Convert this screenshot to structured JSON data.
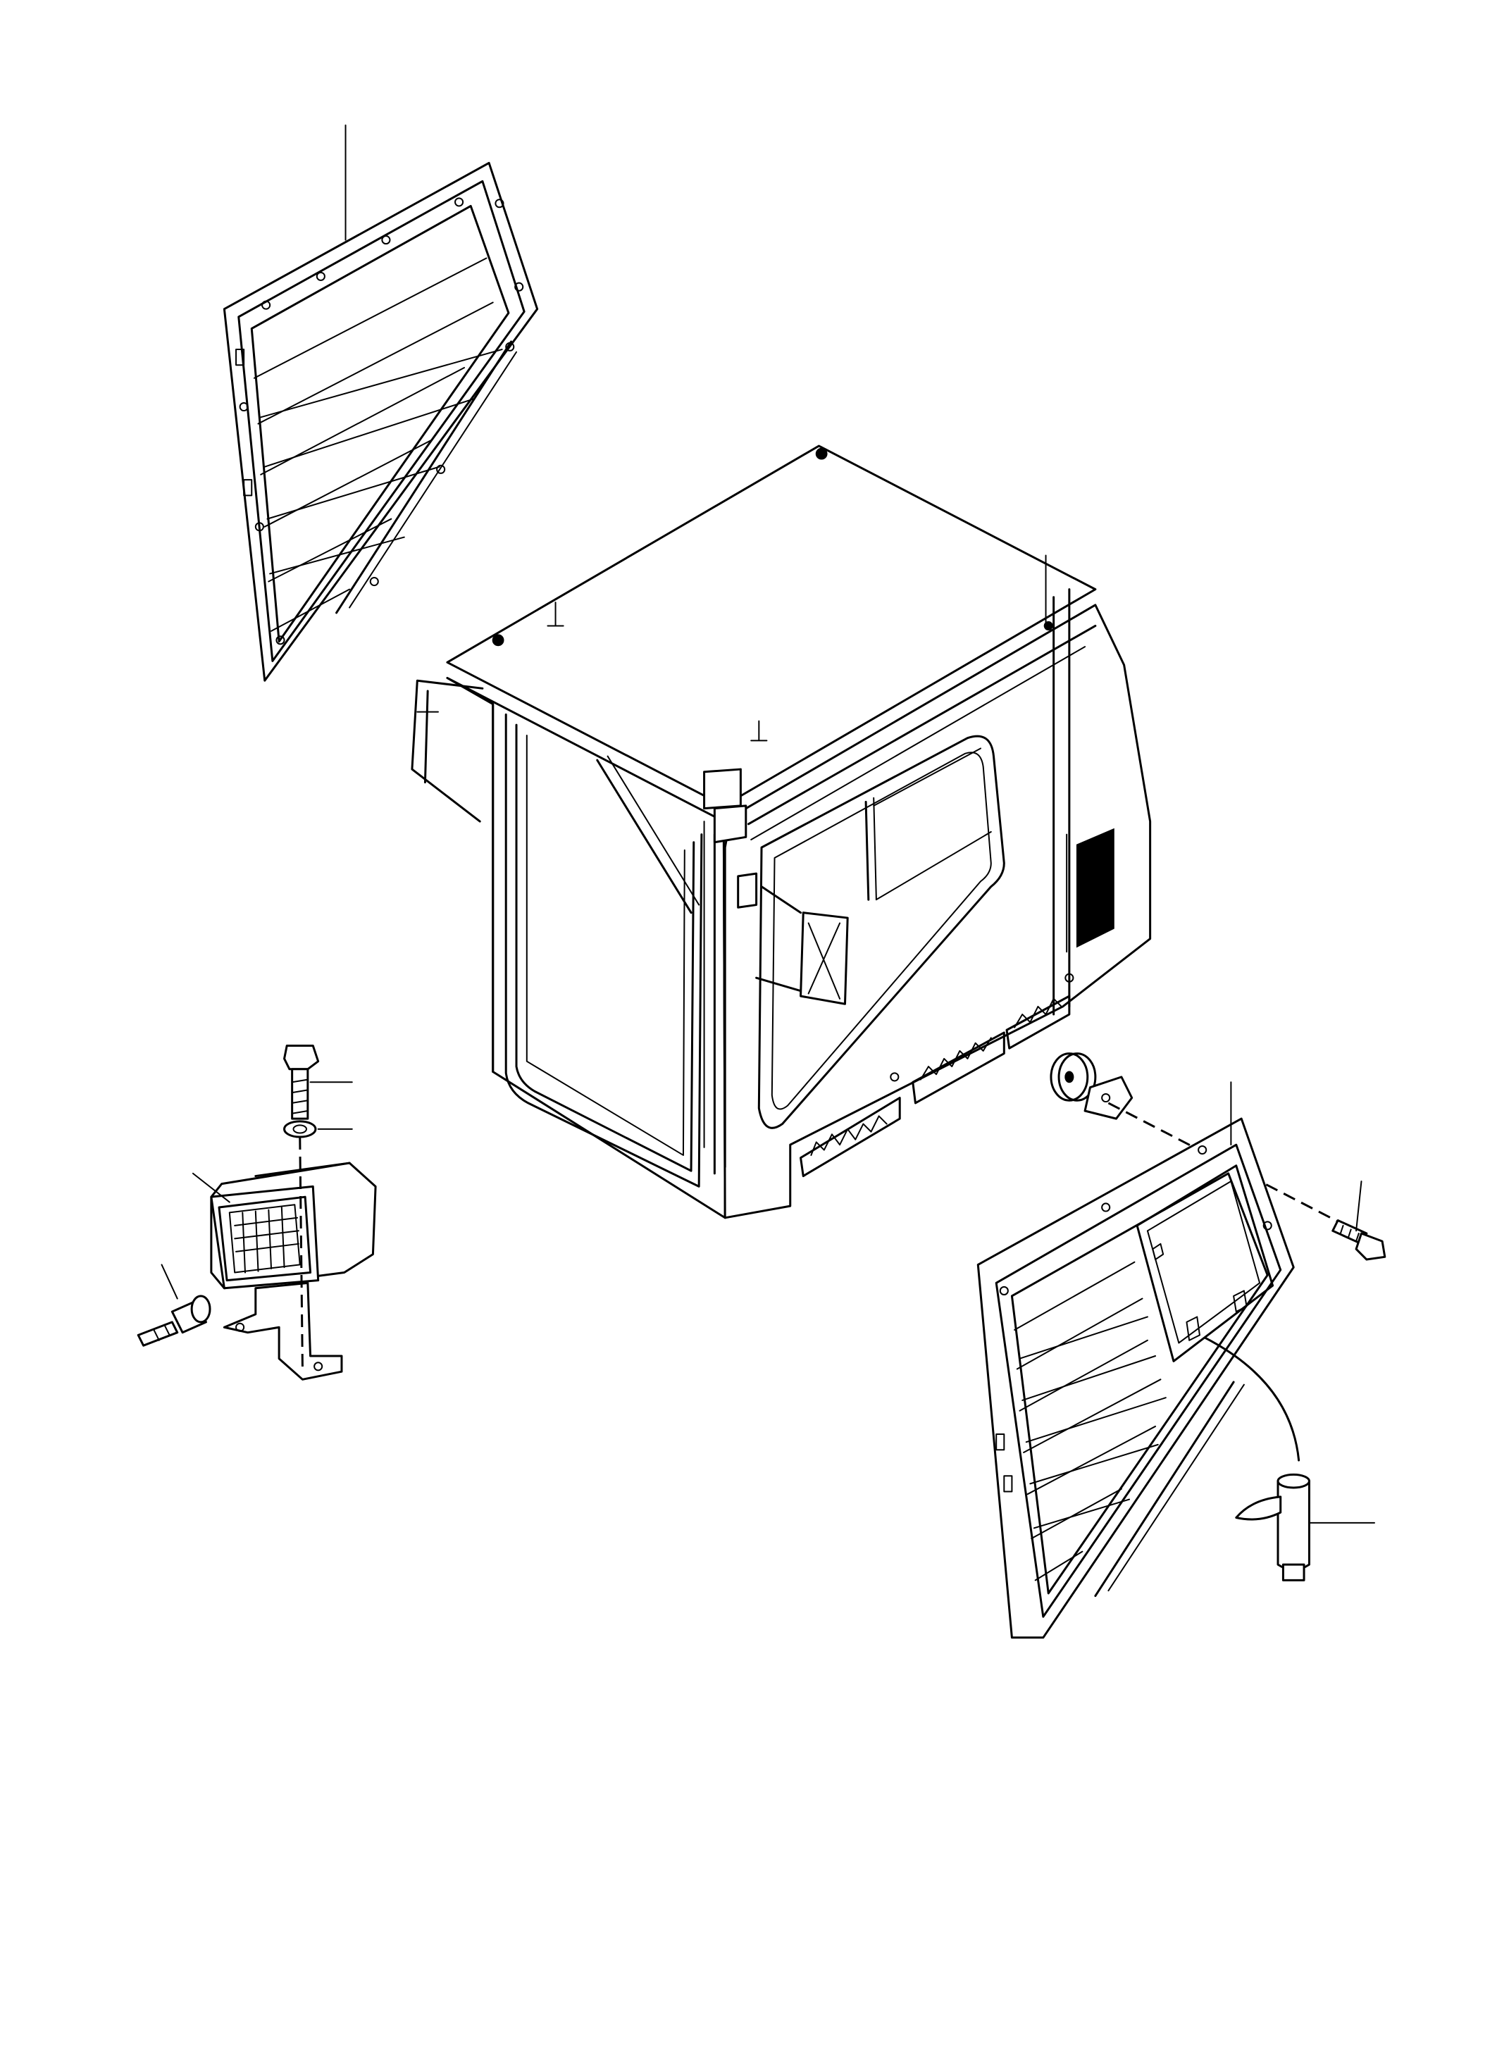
{
  "diagram": {
    "parts": [
      {
        "name": "cab-body"
      },
      {
        "name": "left-louvered-side-panel"
      },
      {
        "name": "right-louvered-side-panel"
      },
      {
        "name": "work-lamp"
      },
      {
        "name": "lamp-mounting-bolt"
      },
      {
        "name": "lamp-washer"
      },
      {
        "name": "lamp-bulb"
      },
      {
        "name": "rubber-mount"
      },
      {
        "name": "panel-bolt"
      },
      {
        "name": "panel-latch-pin"
      }
    ],
    "callout_labels": []
  }
}
